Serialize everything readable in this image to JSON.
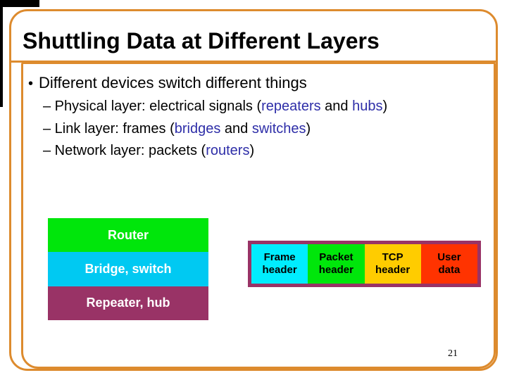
{
  "slide": {
    "title": "Shuttling Data at Different Layers",
    "page_number": "21"
  },
  "colors": {
    "border_orange": "#DD8B2E",
    "blue_text": "#2E2EA8",
    "green": "#00E60B",
    "cyan_bridge": "#00C9F2",
    "cyan_frame": "#00EDFF",
    "purple": "#993366",
    "yellow": "#FFCC00",
    "red": "#FF3300",
    "white_label": "#FFFFFF",
    "black_text": "#000000"
  },
  "bullets": {
    "main_glyph": "•",
    "main": "Different devices switch different things",
    "sub": [
      {
        "segments": [
          {
            "t": "– Physical layer: electrical signals ("
          },
          {
            "t": "repeaters",
            "blue": true
          },
          {
            "t": " and "
          },
          {
            "t": "hubs",
            "blue": true
          },
          {
            "t": ")"
          }
        ]
      },
      {
        "segments": [
          {
            "t": "– Link layer: frames ("
          },
          {
            "t": "bridges",
            "blue": true
          },
          {
            "t": " and "
          },
          {
            "t": "switches",
            "blue": true
          },
          {
            "t": ")"
          }
        ]
      },
      {
        "segments": [
          {
            "t": "– Network layer: packets ("
          },
          {
            "t": "routers",
            "blue": true
          },
          {
            "t": ")"
          }
        ]
      }
    ]
  },
  "device_stack": [
    {
      "id": "router",
      "label": "Router",
      "color_key": "green"
    },
    {
      "id": "bridge-switch",
      "label": "Bridge, switch",
      "color_key": "cyan_bridge"
    },
    {
      "id": "repeater-hub",
      "label": "Repeater, hub",
      "color_key": "purple"
    }
  ],
  "packet_diagram": {
    "segments": [
      {
        "id": "frame-header",
        "line1": "Frame",
        "line2": "header",
        "color_key": "cyan_frame"
      },
      {
        "id": "packet-header",
        "line1": "Packet",
        "line2": "header",
        "color_key": "green"
      },
      {
        "id": "tcp-header",
        "line1": "TCP",
        "line2": "header",
        "color_key": "yellow"
      },
      {
        "id": "user-data",
        "line1": "User",
        "line2": "data",
        "color_key": "red"
      }
    ]
  }
}
